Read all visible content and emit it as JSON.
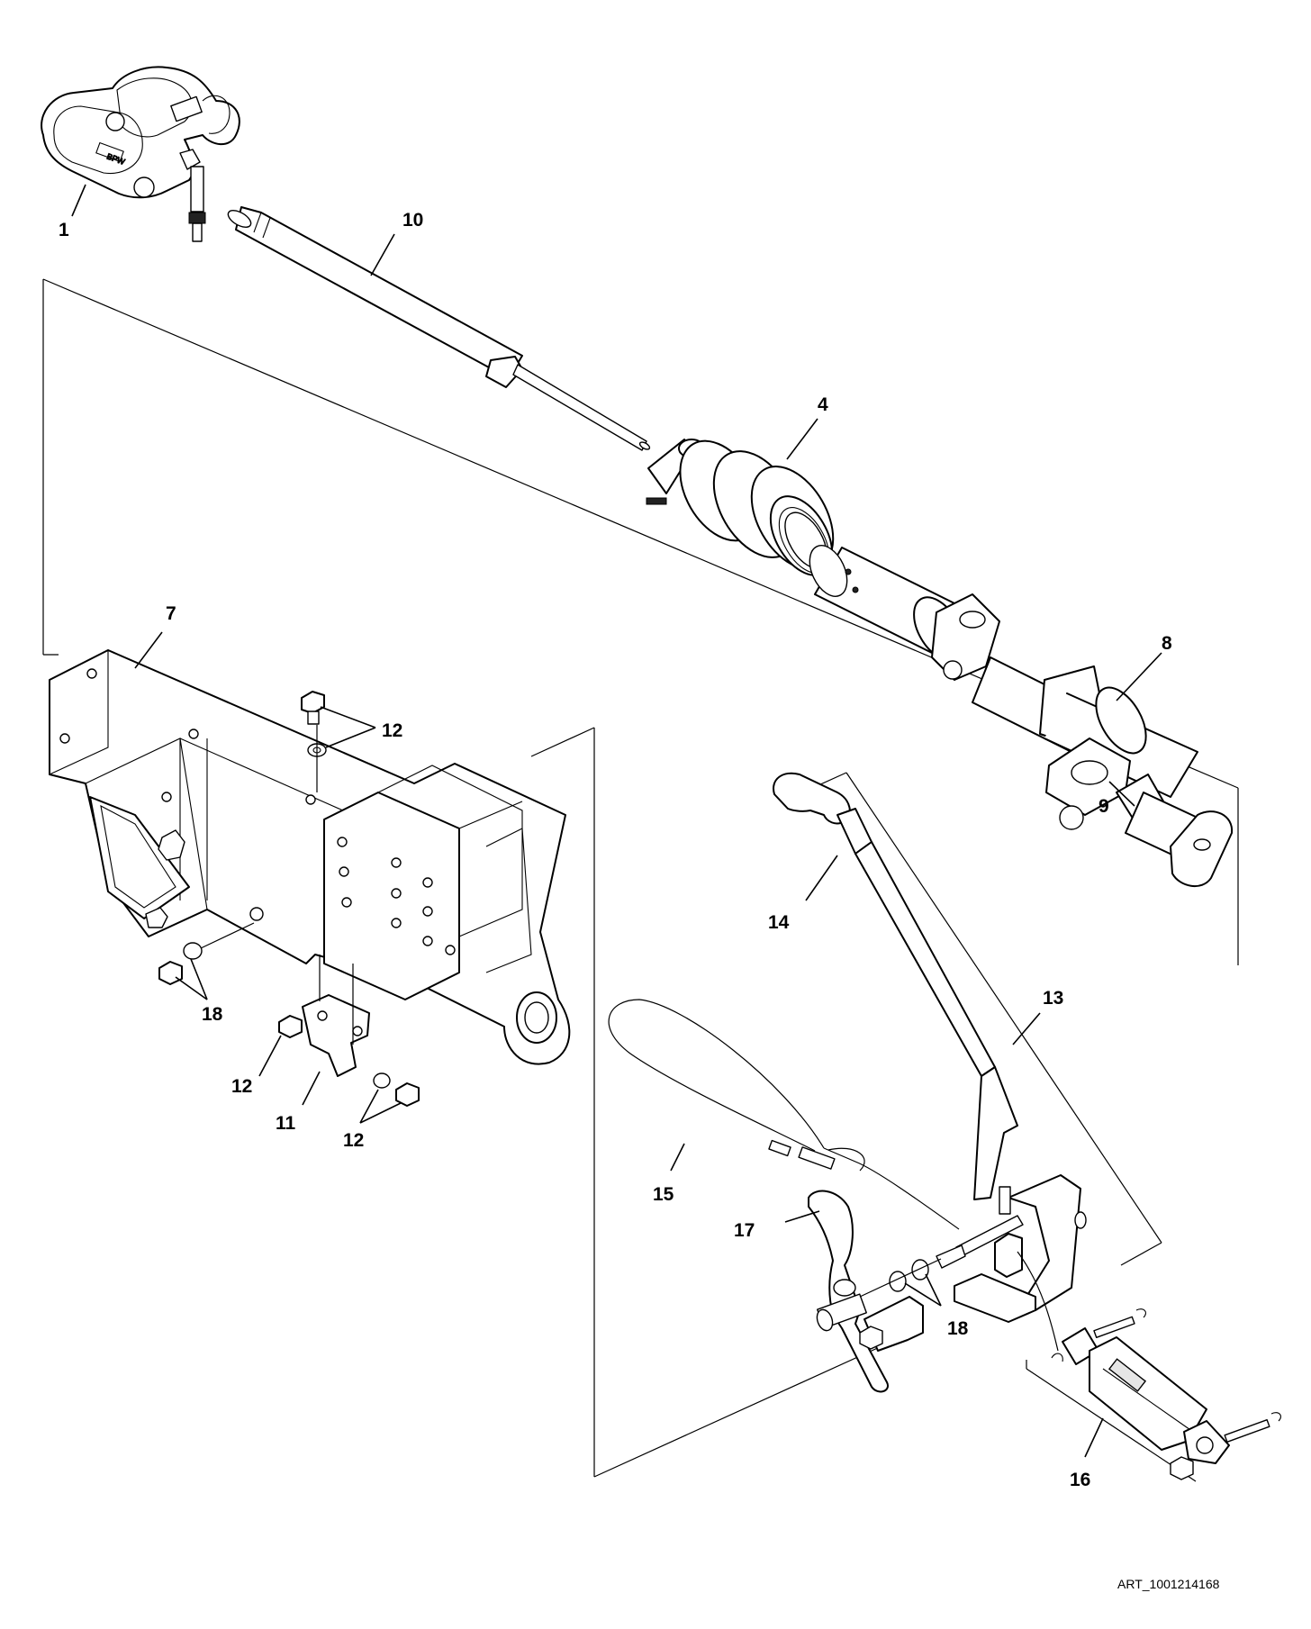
{
  "diagram": {
    "art_id": "ART_1001214168",
    "callouts": {
      "c1": "1",
      "c10": "10",
      "c4": "4",
      "c7": "7",
      "c8": "8",
      "c9": "9",
      "c12a": "12",
      "c12b": "12",
      "c12c": "12",
      "c14": "14",
      "c13": "13",
      "c18a": "18",
      "c18b": "18",
      "c11": "11",
      "c15": "15",
      "c17": "17",
      "c16": "16"
    }
  }
}
